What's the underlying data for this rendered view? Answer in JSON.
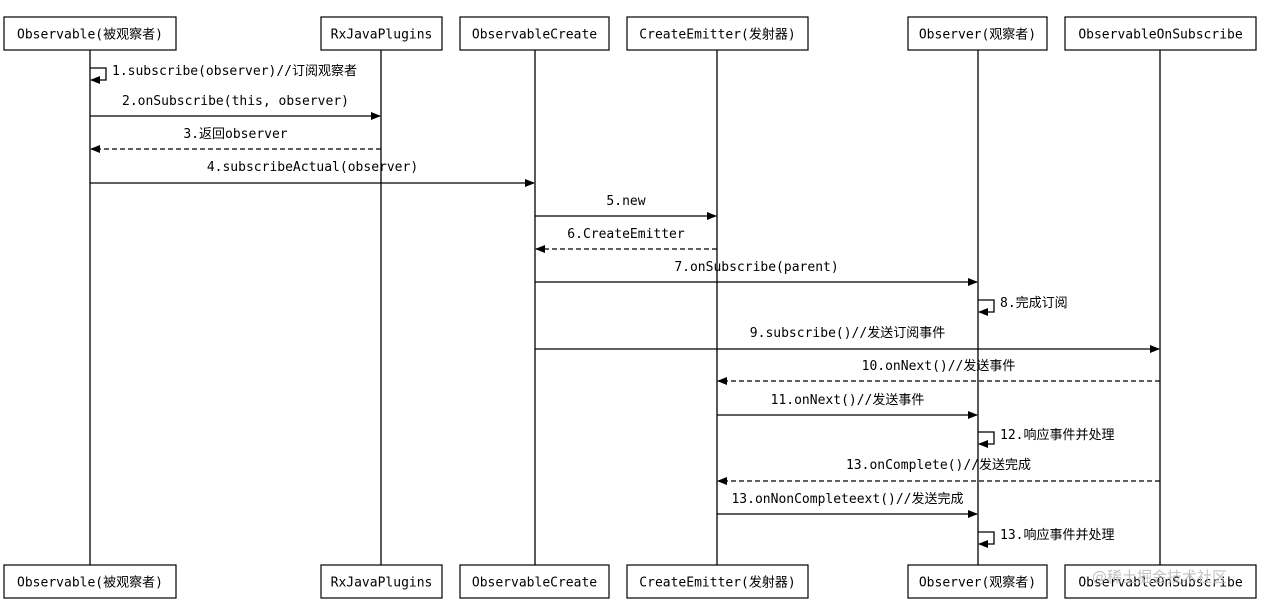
{
  "participants": [
    {
      "id": "obs",
      "label": "Observable(被观察者)"
    },
    {
      "id": "rx",
      "label": "RxJavaPlugins"
    },
    {
      "id": "oc",
      "label": "ObservableCreate"
    },
    {
      "id": "ce",
      "label": "CreateEmitter(发射器)"
    },
    {
      "id": "ob",
      "label": "Observer(观察者)"
    },
    {
      "id": "oos",
      "label": "ObservableOnSubscribe"
    }
  ],
  "messages": [
    {
      "from": "obs",
      "to": "obs",
      "label": "1.subscribe(observer)//订阅观察者",
      "style": "solid"
    },
    {
      "from": "obs",
      "to": "rx",
      "label": "2.onSubscribe(this, observer)",
      "style": "solid"
    },
    {
      "from": "rx",
      "to": "obs",
      "label": "3.返回observer",
      "style": "dashed"
    },
    {
      "from": "obs",
      "to": "oc",
      "label": "4.subscribeActual(observer)",
      "style": "solid"
    },
    {
      "from": "oc",
      "to": "ce",
      "label": "5.new",
      "style": "solid"
    },
    {
      "from": "ce",
      "to": "oc",
      "label": "6.CreateEmitter",
      "style": "dashed"
    },
    {
      "from": "oc",
      "to": "ob",
      "label": "7.onSubscribe(parent)",
      "style": "solid"
    },
    {
      "from": "ob",
      "to": "ob",
      "label": "8.完成订阅",
      "style": "solid"
    },
    {
      "from": "oc",
      "to": "oos",
      "label": "9.subscribe()//发送订阅事件",
      "style": "solid"
    },
    {
      "from": "oos",
      "to": "ce",
      "label": "10.onNext()//发送事件",
      "style": "dashed"
    },
    {
      "from": "ce",
      "to": "ob",
      "label": "11.onNext()//发送事件",
      "style": "solid"
    },
    {
      "from": "ob",
      "to": "ob",
      "label": "12.响应事件并处理",
      "style": "solid"
    },
    {
      "from": "oos",
      "to": "ce",
      "label": "13.onComplete()//发送完成",
      "style": "dashed"
    },
    {
      "from": "ce",
      "to": "ob",
      "label": "13.onNonCompleteext()//发送完成",
      "style": "solid"
    },
    {
      "from": "ob",
      "to": "ob",
      "label": "13.响应事件并处理",
      "style": "solid"
    }
  ],
  "watermark": "@稀土掘金技术社区"
}
